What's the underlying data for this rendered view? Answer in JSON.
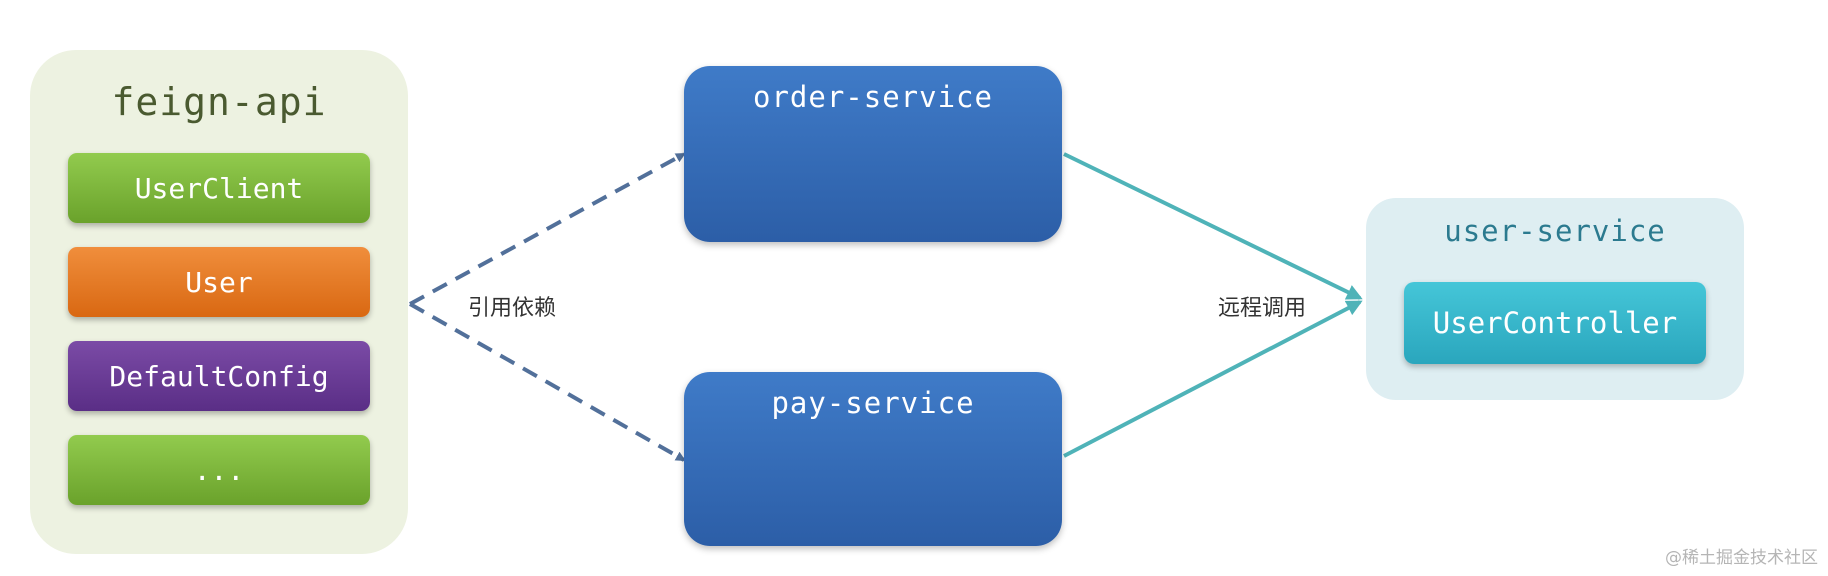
{
  "feign_api": {
    "title": "feign-api",
    "items": [
      {
        "label": "UserClient",
        "color": "green"
      },
      {
        "label": "User",
        "color": "orange"
      },
      {
        "label": "DefaultConfig",
        "color": "purple"
      },
      {
        "label": "...",
        "color": "green"
      }
    ]
  },
  "services": {
    "order": "order-service",
    "pay": "pay-service"
  },
  "user_service": {
    "title": "user-service",
    "controller": "UserController"
  },
  "edges": {
    "dependency_label": "引用依赖",
    "remote_call_label": "远程调用"
  },
  "colors": {
    "dependency_edge": "#52709a",
    "remote_edge": "#4fb3b8",
    "service_box": "#3569b5"
  },
  "watermark": "@稀土掘金技术社区"
}
